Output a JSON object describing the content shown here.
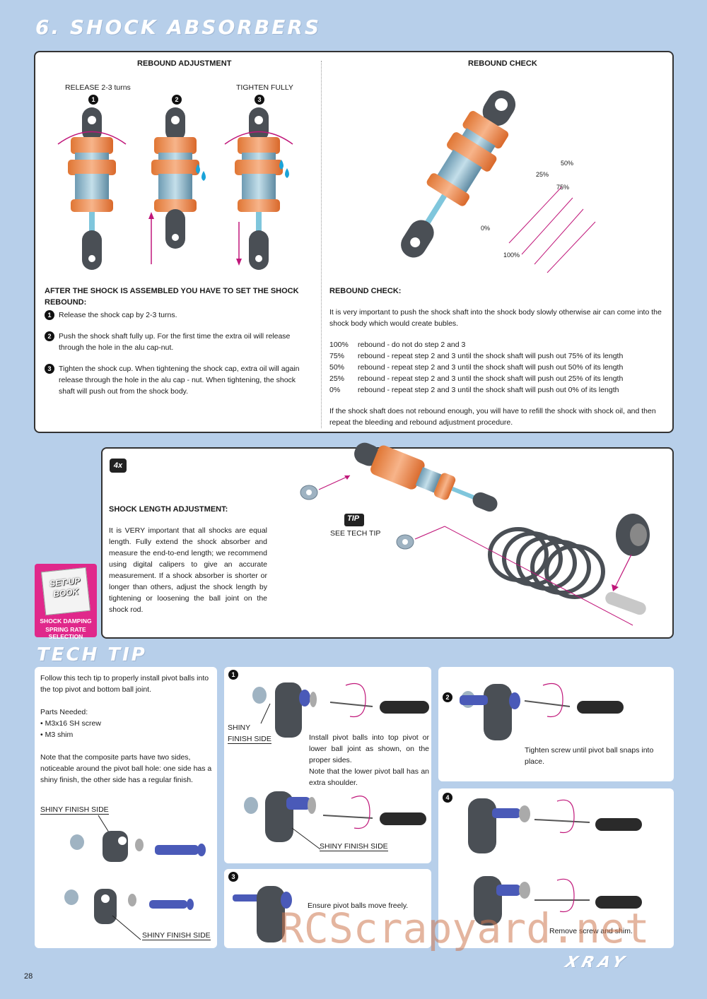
{
  "page_title": "6. SHOCK ABSORBERS",
  "rebound_adjustment": {
    "title": "REBOUND ADJUSTMENT",
    "label_release": "RELEASE 2-3 turns",
    "label_tighten": "TIGHTEN FULLY",
    "steps_heading": "AFTER THE SHOCK IS ASSEMBLED YOU HAVE TO SET THE SHOCK REBOUND:",
    "steps": [
      "Release the shock cap by 2-3 turns.",
      "Push the shock shaft fully up. For the first time the extra oil will release through the hole in the alu cap-nut.",
      "Tighten the shock cup. When tightening the shock cap, extra oil will again release through the hole in the alu cap - nut. When tightening, the shock shaft will push out from the shock body."
    ],
    "step_numbers": [
      "1",
      "2",
      "3"
    ]
  },
  "rebound_check": {
    "title": "REBOUND CHECK",
    "marks": [
      "50%",
      "25%",
      "75%",
      "0%",
      "100%"
    ],
    "heading": "REBOUND CHECK:",
    "intro": "It is very important to push the shock shaft into the shock body slowly otherwise air can come into the shock body which would create bubles.",
    "rows": [
      {
        "pct": "100%",
        "desc": "rebound - do not do step 2 and 3"
      },
      {
        "pct": "75%",
        "desc": "rebound - repeat step 2 and 3  until the shock shaft will push out 75% of its length"
      },
      {
        "pct": "50%",
        "desc": "rebound - repeat step 2 and 3  until the shock shaft will push out 50% of its length"
      },
      {
        "pct": "25%",
        "desc": "rebound - repeat step 2 and 3  until the shock shaft will push out 25% of its length"
      },
      {
        "pct": "0%",
        "desc": "rebound - repeat step 2 and 3  until the shock shaft will push out 0% of its length"
      }
    ],
    "outro": "If the shock shaft does not rebound enough, you will have to refill the shock with shock oil, and then repeat the bleeding and rebound adjustment procedure."
  },
  "shock_length": {
    "qty": "4x",
    "heading": "SHOCK LENGTH ADJUSTMENT:",
    "body": "It is VERY important that all shocks are equal length. Fully extend the shock absorber and measure the end-to-end length; we recommend using digital calipers to give an accurate measurement. If a shock absorber is shorter or longer than others, adjust the shock length by tightening or loosening the ball joint on the shock rod.",
    "tip_badge": "TIP",
    "see_tech_tip": "SEE TECH TIP",
    "setup_book": {
      "line1": "SET-UP",
      "line2": "BOOK",
      "caption1": "SHOCK DAMPING",
      "caption2": "SPRING RATE SELECTION"
    }
  },
  "tech_tip": {
    "title": "TECH TIP",
    "intro": "Follow this tech tip to properly install pivot balls into the top pivot and bottom ball joint.",
    "parts_heading": "Parts Needed:",
    "parts": [
      "• M3x16 SH screw",
      "• M3 shim"
    ],
    "note": "Note that the composite parts have two sides, noticeable around the pivot ball hole: one side has a shiny finish, the other side has a regular finish.",
    "shiny_label": "SHINY FINISH SIDE",
    "shiny_finish_line1": "SHINY",
    "shiny_finish_line2": "FINISH SIDE",
    "step1_text": "Install pivot balls into top pivot or lower ball joint as shown, on the proper sides.",
    "step1_note": "Note that the lower pivot ball has an extra shoulder.",
    "step2_text": "Tighten screw until pivot ball snaps into place.",
    "step3_text": "Ensure pivot balls move freely.",
    "step4_text": "Remove screw and shim.",
    "step_numbers": [
      "1",
      "2",
      "3",
      "4"
    ]
  },
  "footer": {
    "page_number": "28",
    "brand": "XRAY",
    "watermark": "RCScrapyard.net"
  },
  "colors": {
    "background": "#b7cfea",
    "orange": "#f08a4b",
    "magenta": "#c0177a",
    "dark_grey": "#4a4f55",
    "blue_part": "#4a5ab8"
  }
}
